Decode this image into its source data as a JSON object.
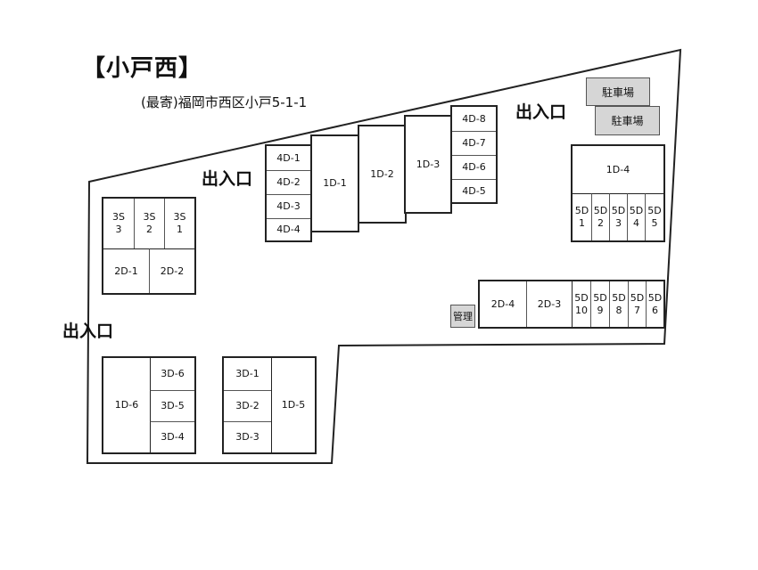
{
  "header": {
    "title": "【小戸西】",
    "address": "(最寄)福岡市西区小戸5-1-1"
  },
  "entrances": [
    "出入口",
    "出入口",
    "出入口"
  ],
  "parking": [
    "駐車場",
    "駐車場"
  ],
  "office": "管理",
  "units": {
    "u4d1": "4D-1",
    "u4d2": "4D-2",
    "u4d3": "4D-3",
    "u4d4": "4D-4",
    "u1d1": "1D-1",
    "u1d2": "1D-2",
    "u1d3": "1D-3",
    "u4d8": "4D-8",
    "u4d7": "4D-7",
    "u4d6": "4D-6",
    "u4d5": "4D-5",
    "u1d4": "1D-4",
    "u5d1": "5D\n1",
    "u5d2": "5D\n2",
    "u5d3": "5D\n3",
    "u5d4": "5D\n4",
    "u5d5": "5D\n5",
    "u3s3": "3S\n3",
    "u3s2": "3S\n2",
    "u3s1": "3S\n1",
    "u2d1": "2D-1",
    "u2d2": "2D-2",
    "u2d4": "2D-4",
    "u2d3": "2D-3",
    "u5d10": "5D\n10",
    "u5d9": "5D\n9",
    "u5d8": "5D\n8",
    "u5d7": "5D\n7",
    "u5d6": "5D\n6",
    "u1d6": "1D-6",
    "u3d6": "3D-6",
    "u3d5": "3D-5",
    "u3d4": "3D-4",
    "u3d1": "3D-1",
    "u3d2": "3D-2",
    "u3d3": "3D-3",
    "u1d5": "1D-5"
  }
}
